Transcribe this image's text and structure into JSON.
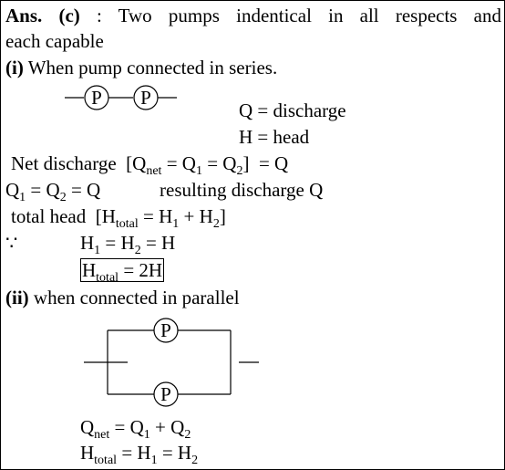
{
  "answer": {
    "label": "Ans. (c)",
    "intro_rest": ": Two pumps indentical in all respects and",
    "intro_line2": "each capable"
  },
  "series": {
    "heading_num": "(i)",
    "heading_text": "When pump connected in series.",
    "pump_symbol": "P",
    "legend_q": "Q = discharge",
    "legend_h": "H = head",
    "net_discharge_text": "Net discharge",
    "net_discharge_formula": {
      "open": "[Q",
      "sub1": "net",
      "mid1": " = Q",
      "sub2": "1",
      "mid2": " = Q",
      "sub3": "2",
      "end": "]  = Q"
    },
    "q_equal": {
      "a": "Q",
      "s1": "1",
      "b": " = Q",
      "s2": "2",
      "c": " = Q"
    },
    "resulting_text": "resulting discharge Q",
    "total_head_text": "total head",
    "total_head_formula": {
      "open": "[H",
      "sub1": "total",
      "mid1": " = H",
      "sub2": "1",
      "mid2": " + H",
      "sub3": "2",
      "end": "]"
    },
    "because_symbol": "∵",
    "h_equal": {
      "a": "H",
      "s1": "1",
      "b": " = H",
      "s2": "2",
      "c": " = H"
    },
    "boxed_result": {
      "a": "H",
      "s1": "total",
      "b": " = 2H"
    }
  },
  "parallel": {
    "heading_num": "(ii)",
    "heading_text": "when connected in parallel",
    "pump_symbol": "P",
    "q_net": {
      "a": "Q",
      "s1": "net",
      "b": " = Q",
      "s2": "1",
      "c": " + Q",
      "s3": "2"
    },
    "h_total": {
      "a": "H",
      "s1": "total",
      "b": " = H",
      "s2": "1",
      "c": " = H",
      "s3": "2"
    }
  }
}
